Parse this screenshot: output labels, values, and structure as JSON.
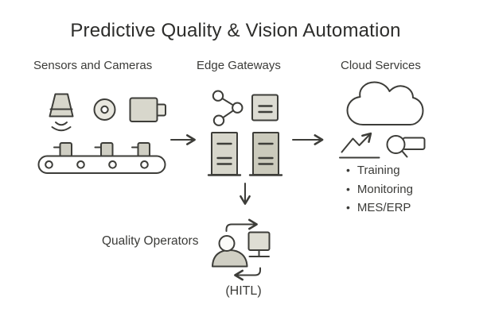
{
  "title": "Predictive Quality & Vision Automation",
  "sections": {
    "sensors": {
      "label": "Sensors and Cameras",
      "icons": [
        "proximity-sensor-icon",
        "camera-lens-icon",
        "box-camera-icon",
        "conveyor-belt-icon"
      ]
    },
    "edge": {
      "label": "Edge Gateways",
      "icons": [
        "network-nodes-icon",
        "gateway-box-icon",
        "server-tower-icon",
        "server-tower-icon"
      ]
    },
    "cloud": {
      "label": "Cloud Services",
      "icons": [
        "cloud-icon",
        "trend-chart-icon",
        "search-query-icon"
      ],
      "bullet_char": "•",
      "items": [
        "Training",
        "Monitoring",
        "MES/ERP"
      ]
    },
    "operators": {
      "label": "Quality Operators",
      "sublabel": "(HITL)",
      "icons": [
        "person-icon",
        "monitor-icon",
        "loop-arrows-icon"
      ]
    }
  },
  "colors": {
    "background": "#ffffff",
    "stroke": "#3d3d39",
    "icon_fill": "#d7d6cb",
    "icon_fill_dark": "#cbcabc",
    "icon_fill_light": "#e8e7df",
    "text": "#2d2d2b"
  }
}
